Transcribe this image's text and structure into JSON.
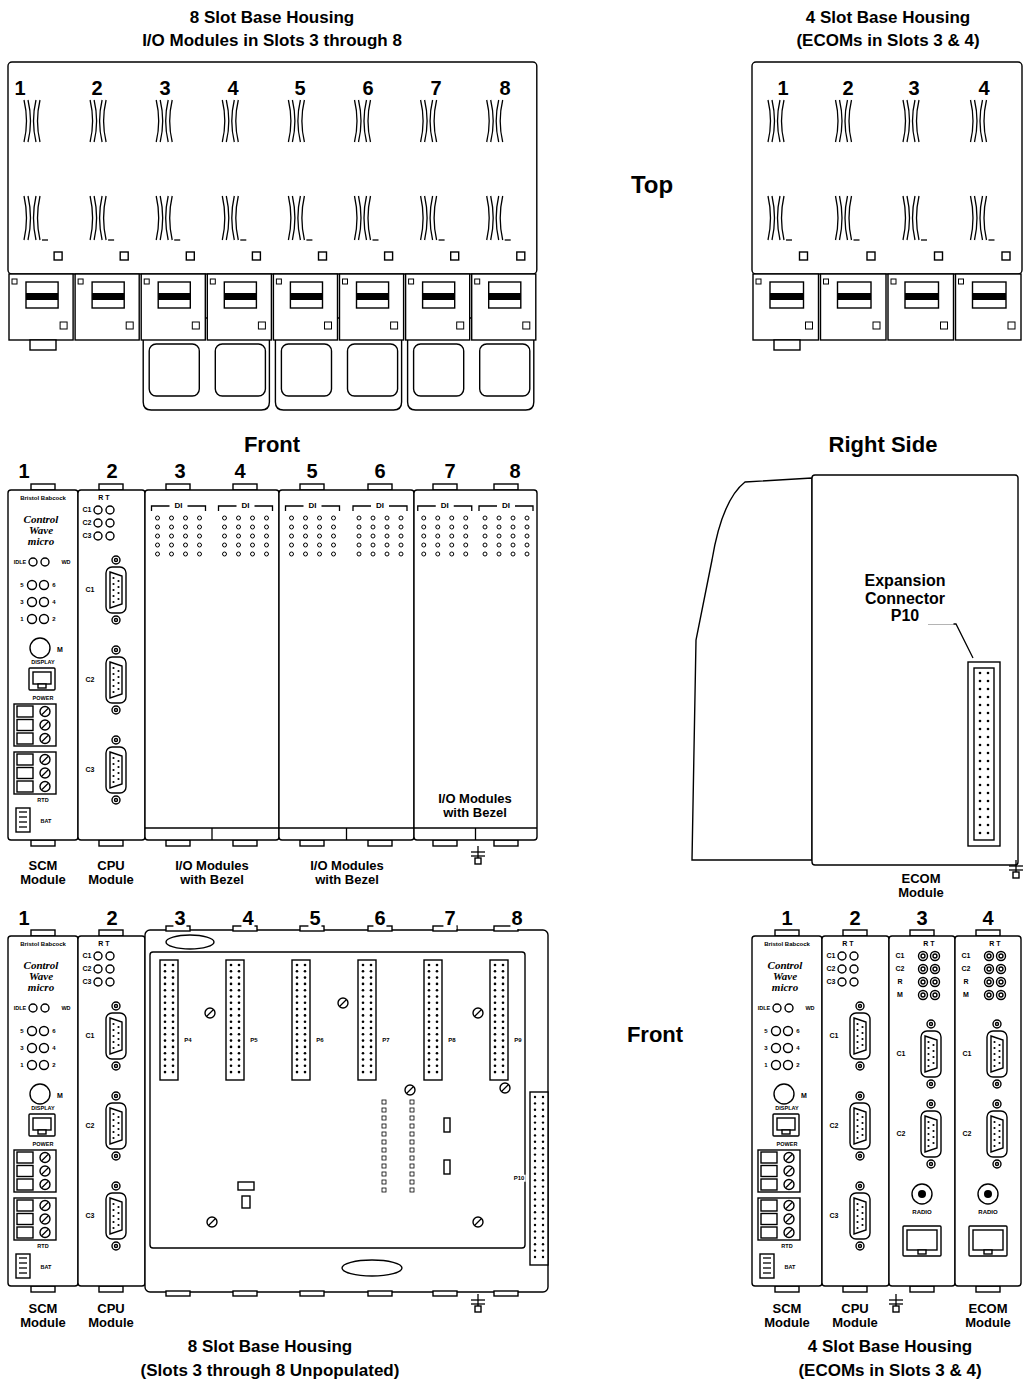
{
  "diagram": {
    "labels": [
      "8 Slot Base Housing",
      "I/O Modules in Slots 3 through 8",
      "4 Slot Base Housing",
      "(ECOMs in Slots 3 & 4)",
      "1",
      "2",
      "3",
      "4",
      "5",
      "6",
      "7",
      "8",
      "1",
      "2",
      "3",
      "4",
      "Top",
      "Front",
      "Right Side",
      "1",
      "2",
      "3",
      "4",
      "5",
      "6",
      "7",
      "8",
      "Bristol Babcock",
      "Control Wave micro",
      "IDLE",
      "WD",
      "5",
      "6",
      "3",
      "4",
      "1",
      "2",
      "M",
      "DISPLAY",
      "POWER",
      "RTD",
      "BAT",
      "R T",
      "C1",
      "C2",
      "C3",
      "C1",
      "C2",
      "C3",
      "DI",
      "DI",
      "DI",
      "DI",
      "DI",
      "DI",
      "I/O Modules with Bezel",
      "Expansion Connector P10",
      "SCM Module",
      "CPU Module",
      "I/O Modules with Bezel",
      "I/O Modules with Bezel",
      "ECOM Module",
      "1",
      "2",
      "3",
      "4",
      "5",
      "6",
      "7",
      "8",
      "1",
      "2",
      "3",
      "4",
      "Bristol Babcock",
      "Control Wave micro",
      "IDLE",
      "WD",
      "5",
      "6",
      "3",
      "4",
      "1",
      "2",
      "M",
      "DISPLAY",
      "POWER",
      "RTD",
      "BAT",
      "R T",
      "C1",
      "C2",
      "C3",
      "C1",
      "C2",
      "C3",
      "P4",
      "P5",
      "P6",
      "P7",
      "P8",
      "P9",
      "P10",
      "Front",
      "Bristol Babcock",
      "Control Wave micro",
      "IDLE",
      "WD",
      "5",
      "6",
      "3",
      "4",
      "1",
      "2",
      "M",
      "DISPLAY",
      "POWER",
      "RTD",
      "BAT",
      "R T",
      "C1",
      "C2",
      "C3",
      "C1",
      "C2",
      "C3",
      "R T",
      "C1",
      "C2",
      "R",
      "M",
      "C1",
      "C2",
      "RADIO",
      "R T",
      "C1",
      "C2",
      "R",
      "M",
      "C1",
      "C2",
      "RADIO",
      "SCM Module",
      "CPU Module",
      "8 Slot Base Housing",
      "(Slots 3 through 8 Unpopulated)",
      "SCM Module",
      "CPU Module",
      "ECOM Module",
      "4 Slot Base Housing",
      "(ECOMs in Slots 3 & 4)"
    ]
  }
}
